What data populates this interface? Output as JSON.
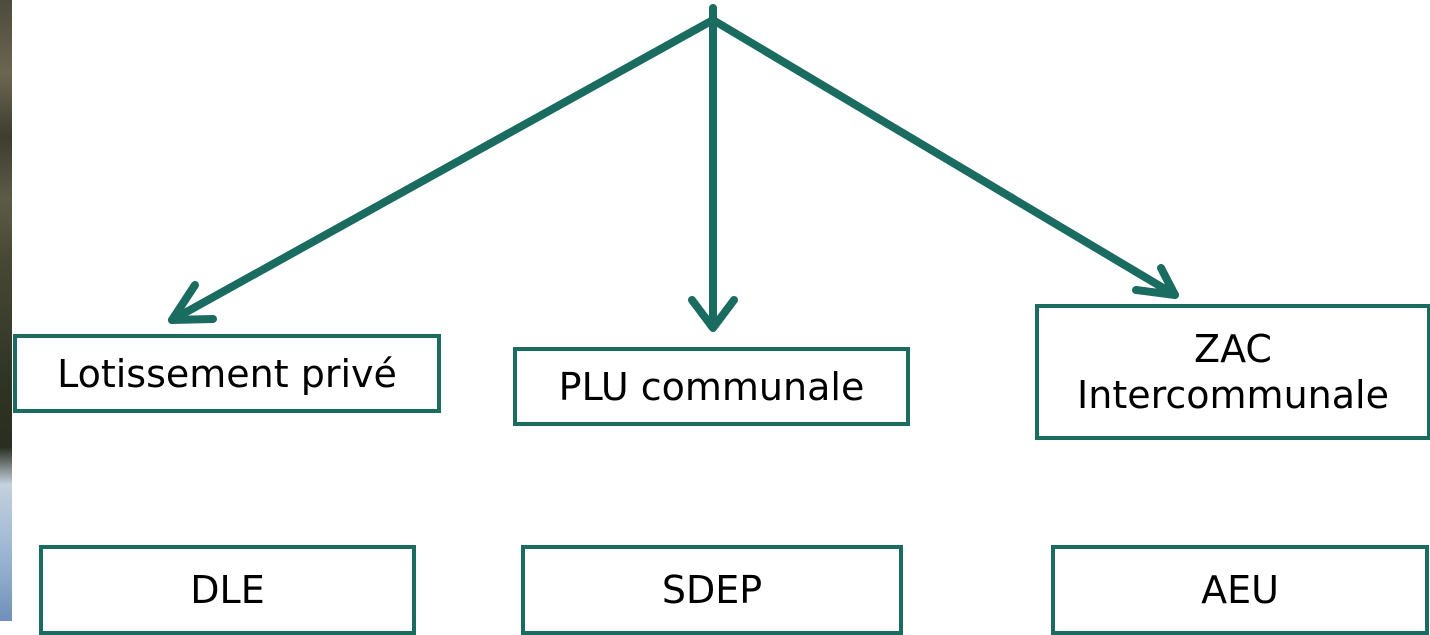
{
  "diagram": {
    "boxes": {
      "lotissement": "Lotissement privé",
      "plu": "PLU communale",
      "zac": "ZAC\nIntercommunale",
      "dle": "DLE",
      "sdep": "SDEP",
      "aeu": "AEU"
    },
    "colors": {
      "accent": "#1a6b60",
      "box_text": "#000000",
      "background": "#ffffff"
    }
  }
}
